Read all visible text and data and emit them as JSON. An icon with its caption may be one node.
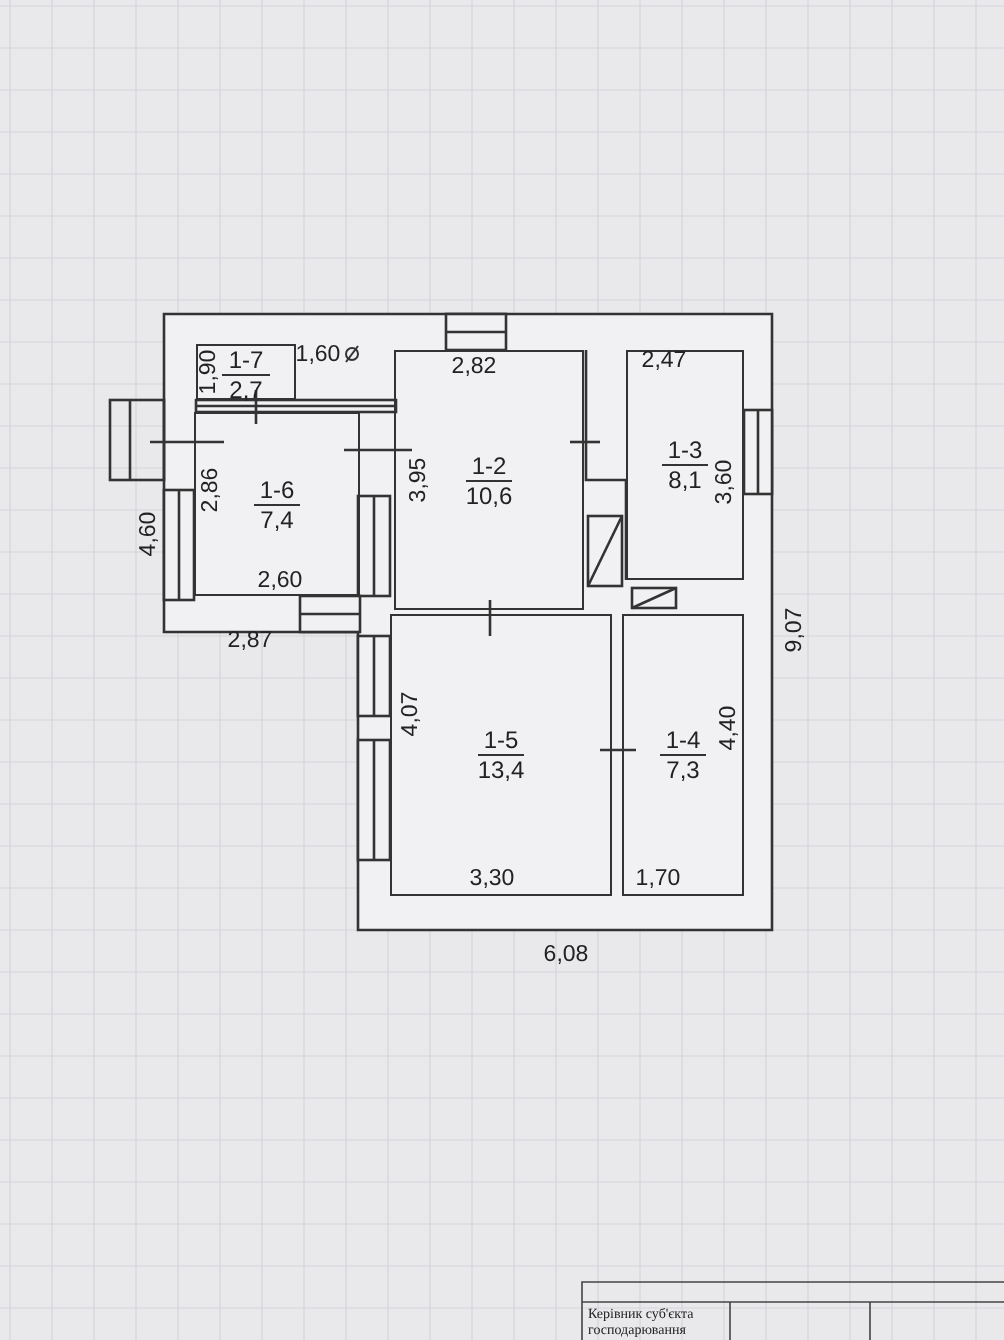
{
  "diagram": {
    "nodes": [
      {
        "text": [
          "1-7",
          "2,7"
        ]
      },
      {
        "text": [
          "1-6",
          "7,4"
        ]
      },
      {
        "text": [
          "1-2",
          "10,6"
        ]
      },
      {
        "text": [
          "1-3",
          "8,1"
        ]
      },
      {
        "text": [
          "1-5",
          "13,4"
        ]
      },
      {
        "text": [
          "1-4",
          "7,3"
        ]
      }
    ],
    "edges": [],
    "labels": [
      "1,90",
      "1,60",
      "2,86",
      "4,60",
      "2,60",
      "2,87",
      "2,82",
      "2,47",
      "3,95",
      "3,60",
      "9,07",
      "4,07",
      "4,40",
      "3,30",
      "1,70",
      "6,08",
      "Керівник суб'єкта господарювання"
    ]
  }
}
